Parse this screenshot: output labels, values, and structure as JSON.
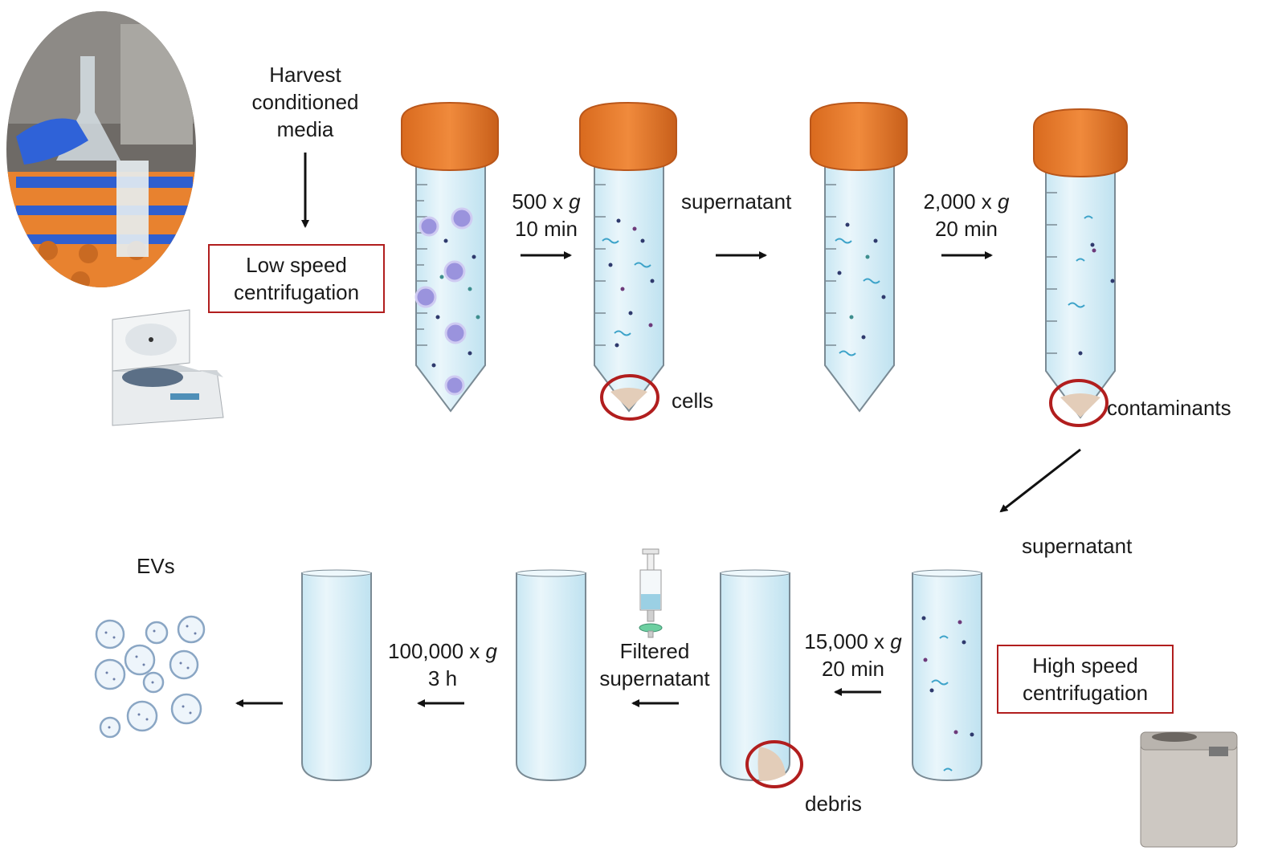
{
  "start": {
    "harvest": [
      "Harvest",
      "conditioned",
      "media"
    ],
    "low_speed_box": [
      "Low speed",
      "centrifugation"
    ]
  },
  "step1": {
    "speed": "500 x ",
    "g": "g",
    "time": "10 min",
    "pellet": "cells"
  },
  "step2": {
    "label": "supernatant"
  },
  "step3": {
    "speed": "2,000 x ",
    "g": "g",
    "time": "20 min",
    "pellet": "contaminants"
  },
  "step4": {
    "label": "supernatant"
  },
  "high_speed_box": [
    "High speed",
    "centrifugation"
  ],
  "step5": {
    "speed": "15,000 x ",
    "g": "g",
    "time": "20 min",
    "pellet": "debris"
  },
  "filter": {
    "label": [
      "Filtered",
      "supernatant"
    ]
  },
  "step6": {
    "speed": "100,000 x ",
    "g": "g",
    "time": "3 h"
  },
  "product": {
    "label": "EVs"
  },
  "colors": {
    "cap": "#ea7a2a",
    "cap_dark": "#b9561a",
    "tube_fill": "#dbeef6",
    "tube_outline": "#7a8a94",
    "highlight": "#b11e1e",
    "pellet": "#e3cdb9",
    "cell": "#9a93dd",
    "dot_navy": "#2f3a6d",
    "dot_teal": "#3e8e8e",
    "dot_purple": "#6d3a7a",
    "squiggle": "#3da3c9"
  },
  "icons": [
    "lab-photo-icon",
    "benchtop-centrifuge-icon",
    "floor-centrifuge-icon",
    "syringe-filter-icon",
    "ev-vesicle-icon"
  ]
}
